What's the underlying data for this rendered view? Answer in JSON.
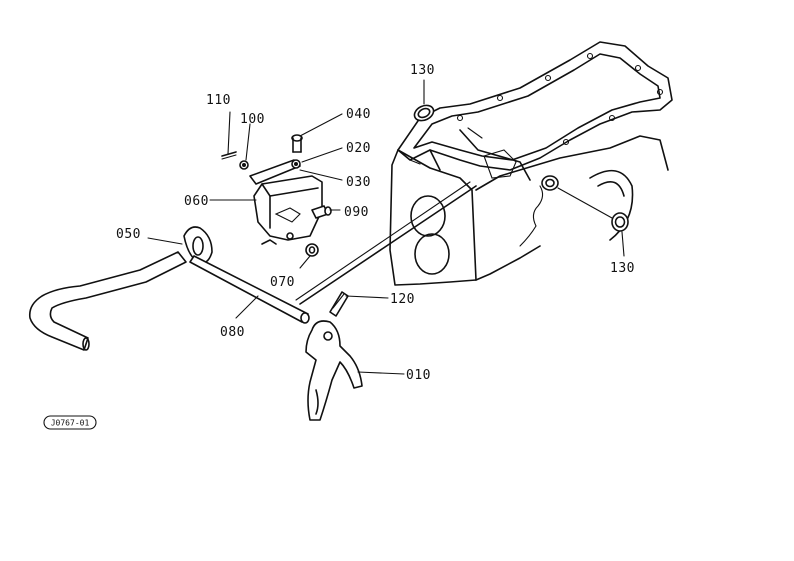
{
  "reference_code": "J0767-01",
  "part_labels": [
    {
      "id": "p110",
      "text": "110"
    },
    {
      "id": "p100",
      "text": "100"
    },
    {
      "id": "p040",
      "text": "040"
    },
    {
      "id": "p020",
      "text": "020"
    },
    {
      "id": "p030",
      "text": "030"
    },
    {
      "id": "p060",
      "text": "060"
    },
    {
      "id": "p090",
      "text": "090"
    },
    {
      "id": "p050",
      "text": "050"
    },
    {
      "id": "p070",
      "text": "070"
    },
    {
      "id": "p080",
      "text": "080"
    },
    {
      "id": "p120",
      "text": "120"
    },
    {
      "id": "p010",
      "text": "010"
    },
    {
      "id": "p130a",
      "text": "130"
    },
    {
      "id": "p130b",
      "text": "130"
    }
  ],
  "colors": {
    "ink": "#111111",
    "paper": "#ffffff"
  }
}
